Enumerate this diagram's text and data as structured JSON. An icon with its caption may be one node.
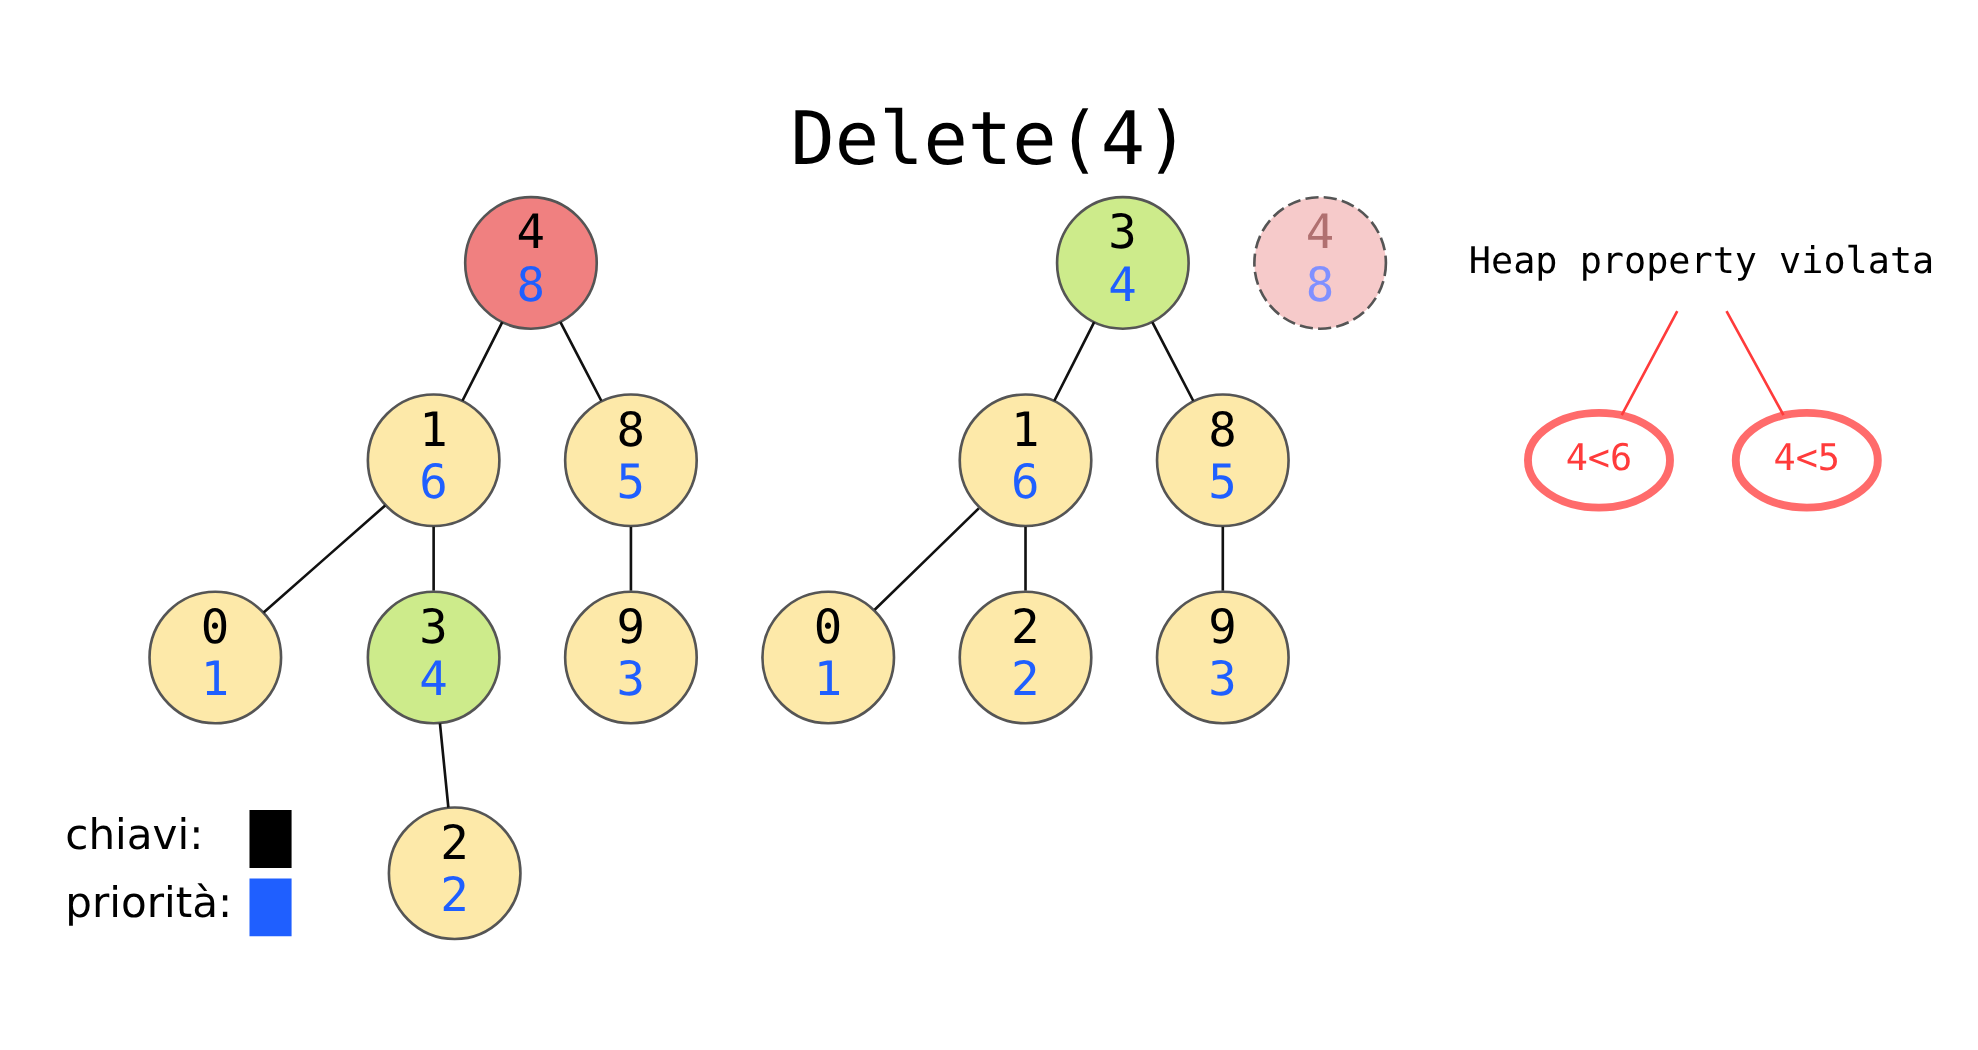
{
  "diagram": {
    "title": "Delete(4)",
    "nodes": [
      {
        "text": [
          "4",
          "8"
        ]
      },
      {
        "text": [
          "1",
          "6"
        ]
      },
      {
        "text": [
          "3",
          "4"
        ]
      },
      {
        "text": [
          "8",
          "5"
        ]
      },
      {
        "text": [
          "0",
          "1"
        ]
      },
      {
        "text": [
          "2",
          "2"
        ]
      },
      {
        "text": [
          "9",
          "3"
        ]
      },
      {
        "text": [
          "3",
          "4"
        ]
      },
      {
        "text": [
          "1",
          "6"
        ]
      },
      {
        "text": [
          "8",
          "5"
        ]
      },
      {
        "text": [
          "0",
          "1"
        ]
      },
      {
        "text": [
          "2",
          "2"
        ]
      },
      {
        "text": [
          "9",
          "3"
        ]
      },
      {
        "text": [
          "4",
          "8"
        ]
      },
      {
        "text": [
          "4<6"
        ]
      },
      {
        "text": [
          "4<5"
        ]
      },
      {
        "text": [
          "Heap property violata"
        ]
      }
    ],
    "edges": [
      {
        "from": 0,
        "to": 1,
        "arrow": "none"
      },
      {
        "from": 0,
        "to": 3,
        "arrow": "none"
      },
      {
        "from": 1,
        "to": 4,
        "arrow": "none"
      },
      {
        "from": 1,
        "to": 2,
        "arrow": "none"
      },
      {
        "from": 2,
        "to": 5,
        "arrow": "none"
      },
      {
        "from": 3,
        "to": 6,
        "arrow": "none"
      },
      {
        "from": 7,
        "to": 8,
        "arrow": "none"
      },
      {
        "from": 7,
        "to": 9,
        "arrow": "none"
      },
      {
        "from": 8,
        "to": 10,
        "arrow": "none"
      },
      {
        "from": 8,
        "to": 11,
        "arrow": "none"
      },
      {
        "from": 9,
        "to": 12,
        "arrow": "none"
      },
      {
        "from": 16,
        "to": 14,
        "arrow": "none",
        "color": "#ff3b3b"
      },
      {
        "from": 16,
        "to": 15,
        "arrow": "none",
        "color": "#ff3b3b"
      }
    ],
    "legend": [
      {
        "text": "chiavi:",
        "color": "#000000"
      },
      {
        "text": "priorità:",
        "color": "#1f5fff"
      }
    ]
  }
}
